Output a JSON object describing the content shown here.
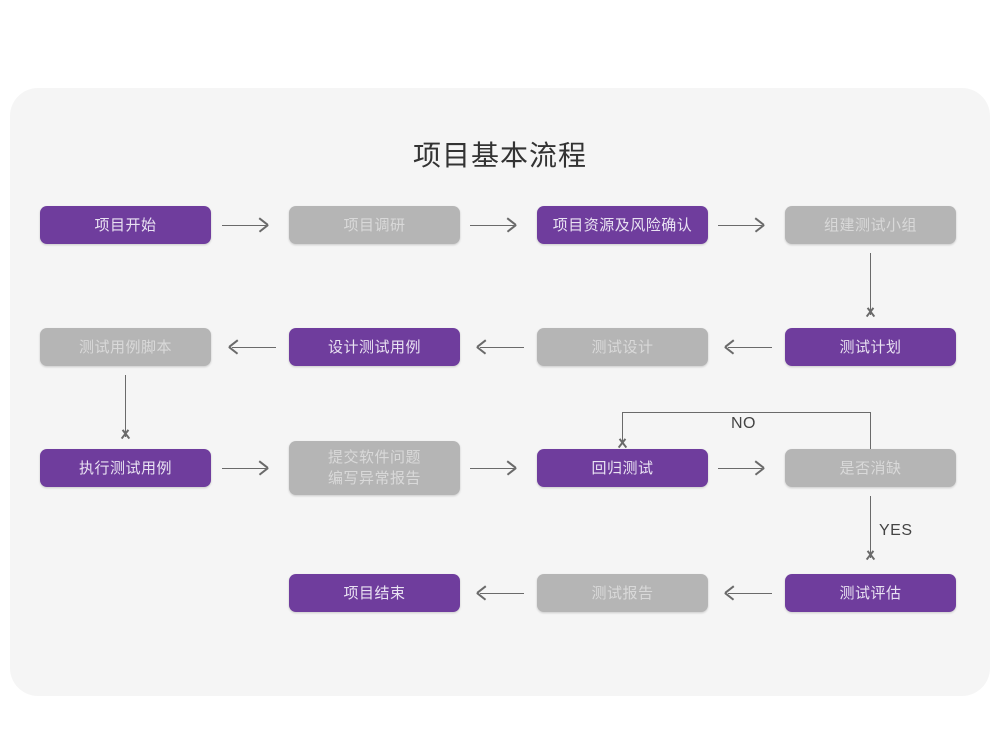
{
  "page": {
    "background": "#ffffff",
    "card_background": "#f5f5f5"
  },
  "title": "项目基本流程",
  "colors": {
    "purple": "#6f3d9d",
    "purple_text": "#e9e2f2",
    "gray": "#b5b5b5",
    "gray_text": "#d9d9d9",
    "connector": "#6a6a6a",
    "title_text": "#333333"
  },
  "chart_data": {
    "type": "diagram",
    "title": "项目基本流程",
    "nodes": [
      {
        "id": "n1",
        "label": "项目开始",
        "style": "purple",
        "row": 1,
        "col": 1
      },
      {
        "id": "n2",
        "label": "项目调研",
        "style": "gray",
        "row": 1,
        "col": 2
      },
      {
        "id": "n3",
        "label": "项目资源及风险确认",
        "style": "purple",
        "row": 1,
        "col": 3
      },
      {
        "id": "n4",
        "label": "组建测试小组",
        "style": "gray",
        "row": 1,
        "col": 4
      },
      {
        "id": "n5",
        "label": "测试用例脚本",
        "style": "gray",
        "row": 2,
        "col": 1
      },
      {
        "id": "n6",
        "label": "设计测试用例",
        "style": "purple",
        "row": 2,
        "col": 2
      },
      {
        "id": "n7",
        "label": "测试设计",
        "style": "gray",
        "row": 2,
        "col": 3
      },
      {
        "id": "n8",
        "label": "测试计划",
        "style": "purple",
        "row": 2,
        "col": 4
      },
      {
        "id": "n9",
        "label": "执行测试用例",
        "style": "purple",
        "row": 3,
        "col": 1
      },
      {
        "id": "n10",
        "label": "提交软件问题\n编写异常报告",
        "style": "gray",
        "row": 3,
        "col": 2
      },
      {
        "id": "n11",
        "label": "回归测试",
        "style": "purple",
        "row": 3,
        "col": 3
      },
      {
        "id": "n12",
        "label": "是否消缺",
        "style": "gray",
        "row": 3,
        "col": 4
      },
      {
        "id": "n13",
        "label": "项目结束",
        "style": "purple",
        "row": 4,
        "col": 2
      },
      {
        "id": "n14",
        "label": "测试报告",
        "style": "gray",
        "row": 4,
        "col": 3
      },
      {
        "id": "n15",
        "label": "测试评估",
        "style": "purple",
        "row": 4,
        "col": 4
      }
    ],
    "edges": [
      {
        "from": "n1",
        "to": "n2",
        "direction": "right",
        "label": ""
      },
      {
        "from": "n2",
        "to": "n3",
        "direction": "right",
        "label": ""
      },
      {
        "from": "n3",
        "to": "n4",
        "direction": "right",
        "label": ""
      },
      {
        "from": "n4",
        "to": "n8",
        "direction": "down",
        "label": ""
      },
      {
        "from": "n8",
        "to": "n7",
        "direction": "left",
        "label": ""
      },
      {
        "from": "n7",
        "to": "n6",
        "direction": "left",
        "label": ""
      },
      {
        "from": "n6",
        "to": "n5",
        "direction": "left",
        "label": ""
      },
      {
        "from": "n5",
        "to": "n9",
        "direction": "down",
        "label": ""
      },
      {
        "from": "n9",
        "to": "n10",
        "direction": "right",
        "label": ""
      },
      {
        "from": "n10",
        "to": "n11",
        "direction": "right",
        "label": ""
      },
      {
        "from": "n11",
        "to": "n12",
        "direction": "right",
        "label": ""
      },
      {
        "from": "n12",
        "to": "n11",
        "direction": "loop-up",
        "label": "NO"
      },
      {
        "from": "n12",
        "to": "n15",
        "direction": "down",
        "label": "YES"
      },
      {
        "from": "n15",
        "to": "n14",
        "direction": "left",
        "label": ""
      },
      {
        "from": "n14",
        "to": "n13",
        "direction": "left",
        "label": ""
      }
    ],
    "edge_labels": {
      "no": "NO",
      "yes": "YES"
    }
  }
}
